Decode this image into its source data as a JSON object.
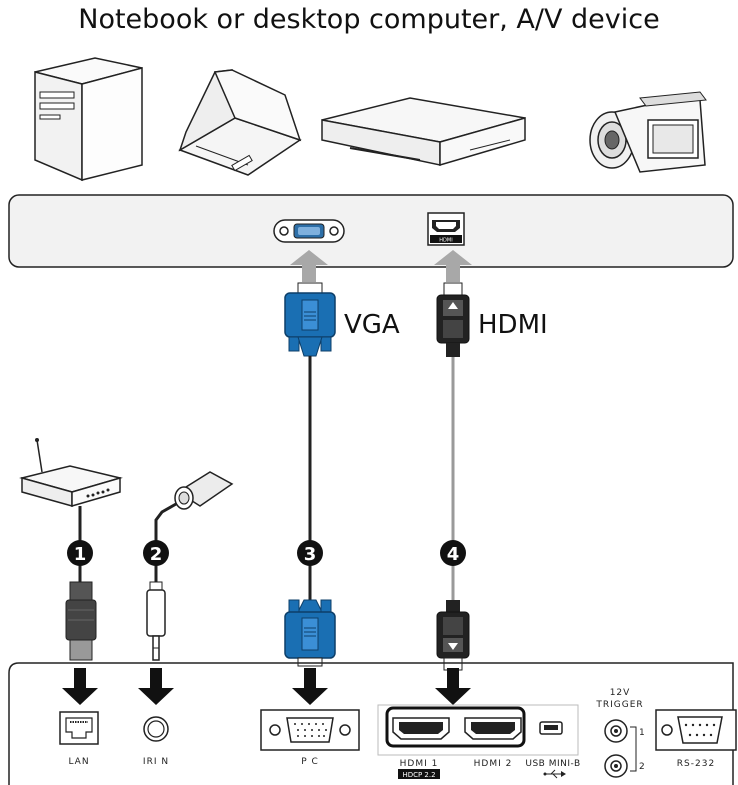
{
  "title": "Notebook or desktop computer, A/V device",
  "cables": {
    "vga": "VGA",
    "hdmi": "HDMI"
  },
  "callouts": [
    "1",
    "2",
    "3",
    "4"
  ],
  "source_ports": {
    "hdmi_port_text": "HDMI"
  },
  "projector_ports": {
    "lan": "LAN",
    "ir_in": "IRI N",
    "pc": "P C",
    "hdmi1": "HDMI 1",
    "hdcp": "HDCP 2.2",
    "hdmi2": "HDMI 2",
    "usb": "USB MINI-B",
    "trigger_title_1": "12V",
    "trigger_title_2": "TRIGGER",
    "trigger_1": "1",
    "trigger_2": "2",
    "rs232": "RS-232"
  },
  "colors": {
    "vga_blue": "#1a6fb3",
    "cable_gray": "#9a9a9a",
    "panel_fill": "#f2f2f2",
    "arrow_gray": "#a8a8a8",
    "arrow_black": "#111111"
  }
}
